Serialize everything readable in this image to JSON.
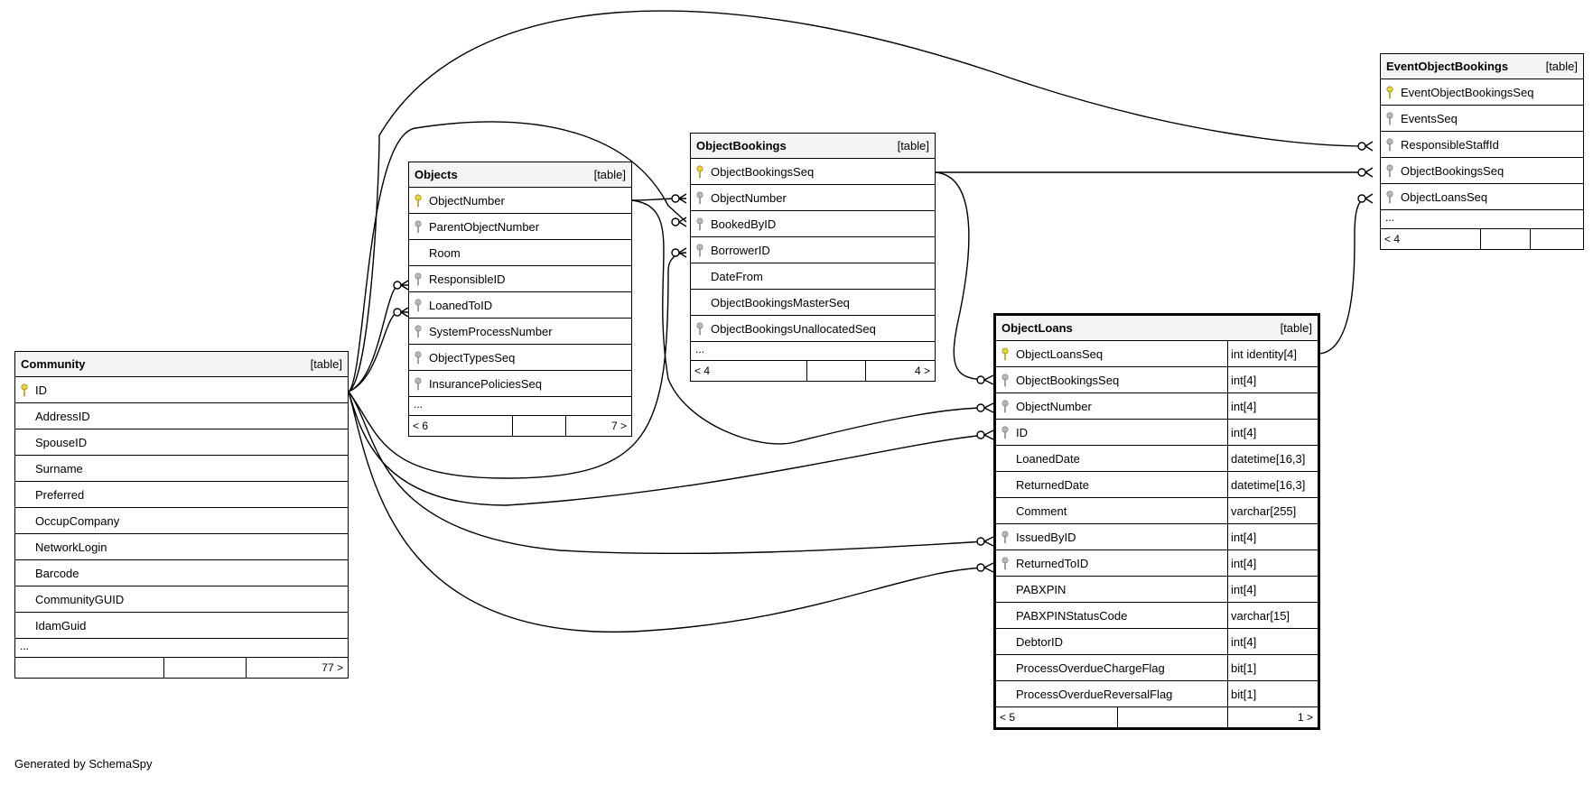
{
  "footer_text": "Generated by SchemaSpy",
  "table_tag": "[table]",
  "icon_colors": {
    "primary_key": "#f2d700",
    "foreign_key": "#b8b8b8"
  },
  "tables": {
    "community": {
      "name": "Community",
      "columns": [
        {
          "name": "ID",
          "key": "pk"
        },
        {
          "name": "AddressID",
          "key": ""
        },
        {
          "name": "SpouseID",
          "key": ""
        },
        {
          "name": "Surname",
          "key": ""
        },
        {
          "name": "Preferred",
          "key": ""
        },
        {
          "name": "OccupCompany",
          "key": ""
        },
        {
          "name": "NetworkLogin",
          "key": ""
        },
        {
          "name": "Barcode",
          "key": ""
        },
        {
          "name": "CommunityGUID",
          "key": ""
        },
        {
          "name": "IdamGuid",
          "key": ""
        }
      ],
      "ellipsis": "...",
      "footer": {
        "left": "",
        "right": "77 >"
      }
    },
    "objects": {
      "name": "Objects",
      "columns": [
        {
          "name": "ObjectNumber",
          "key": "pk"
        },
        {
          "name": "ParentObjectNumber",
          "key": "fk"
        },
        {
          "name": "Room",
          "key": ""
        },
        {
          "name": "ResponsibleID",
          "key": "fk"
        },
        {
          "name": "LoanedToID",
          "key": "fk"
        },
        {
          "name": "SystemProcessNumber",
          "key": "fk"
        },
        {
          "name": "ObjectTypesSeq",
          "key": "fk"
        },
        {
          "name": "InsurancePoliciesSeq",
          "key": "fk"
        }
      ],
      "ellipsis": "...",
      "footer": {
        "left": "< 6",
        "right": "7 >"
      }
    },
    "objectbookings": {
      "name": "ObjectBookings",
      "columns": [
        {
          "name": "ObjectBookingsSeq",
          "key": "pk"
        },
        {
          "name": "ObjectNumber",
          "key": "fk"
        },
        {
          "name": "BookedByID",
          "key": "fk"
        },
        {
          "name": "BorrowerID",
          "key": "fk"
        },
        {
          "name": "DateFrom",
          "key": ""
        },
        {
          "name": "ObjectBookingsMasterSeq",
          "key": ""
        },
        {
          "name": "ObjectBookingsUnallocatedSeq",
          "key": "fk"
        }
      ],
      "ellipsis": "...",
      "footer": {
        "left": "< 4",
        "right": "4 >"
      }
    },
    "eventobjectbookings": {
      "name": "EventObjectBookings",
      "columns": [
        {
          "name": "EventObjectBookingsSeq",
          "key": "pk"
        },
        {
          "name": "EventsSeq",
          "key": "fk"
        },
        {
          "name": "ResponsibleStaffId",
          "key": "fk"
        },
        {
          "name": "ObjectBookingsSeq",
          "key": "fk"
        },
        {
          "name": "ObjectLoansSeq",
          "key": "fk"
        }
      ],
      "ellipsis": "...",
      "footer": {
        "left": "< 4",
        "right": ""
      }
    },
    "objectloans": {
      "name": "ObjectLoans",
      "columns": [
        {
          "name": "ObjectLoansSeq",
          "key": "pk",
          "type": "int identity[4]"
        },
        {
          "name": "ObjectBookingsSeq",
          "key": "fk",
          "type": "int[4]"
        },
        {
          "name": "ObjectNumber",
          "key": "fk",
          "type": "int[4]"
        },
        {
          "name": "ID",
          "key": "fk",
          "type": "int[4]"
        },
        {
          "name": "LoanedDate",
          "key": "",
          "type": "datetime[16,3]"
        },
        {
          "name": "ReturnedDate",
          "key": "",
          "type": "datetime[16,3]"
        },
        {
          "name": "Comment",
          "key": "",
          "type": "varchar[255]"
        },
        {
          "name": "IssuedByID",
          "key": "fk",
          "type": "int[4]"
        },
        {
          "name": "ReturnedToID",
          "key": "fk",
          "type": "int[4]"
        },
        {
          "name": "PABXPIN",
          "key": "",
          "type": "int[4]"
        },
        {
          "name": "PABXPINStatusCode",
          "key": "",
          "type": "varchar[15]"
        },
        {
          "name": "DebtorID",
          "key": "",
          "type": "int[4]"
        },
        {
          "name": "ProcessOverdueChargeFlag",
          "key": "",
          "type": "bit[1]"
        },
        {
          "name": "ProcessOverdueReversalFlag",
          "key": "",
          "type": "bit[1]"
        }
      ],
      "footer": {
        "left": "< 5",
        "right": "1 >"
      }
    }
  }
}
